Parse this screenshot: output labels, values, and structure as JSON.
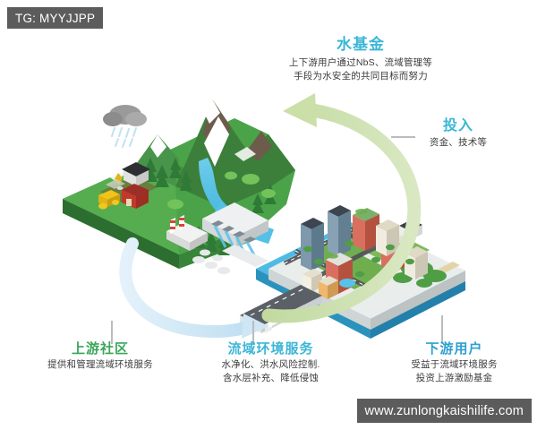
{
  "watermarks": {
    "top_tag": "TG: MYYJJPP",
    "bottom_url": "www.zunlongkaishilife.com"
  },
  "labels": {
    "water_fund": {
      "title": "水基金",
      "line1": "上下游用户通过NbS、流域管理等",
      "line2": "手段为水安全的共同目标而努力",
      "color": "#3bb6d6"
    },
    "investment": {
      "title": "投入",
      "line1": "资金、技术等",
      "color": "#3bb6d6"
    },
    "upstream": {
      "title": "上游社区",
      "line1": "提供和管理流域环境服务",
      "color": "#3aa65a"
    },
    "services": {
      "title": "流域环境服务",
      "line1": "水净化、洪水风险控制.",
      "line2": "含水层补充、降低侵蚀",
      "color": "#3bb6d6"
    },
    "downstream": {
      "title": "下游用户",
      "line1": "受益于流域环境服务",
      "line2": "投资上游激励基金",
      "color": "#2f9fd0"
    }
  },
  "illustration": {
    "type": "isometric-watershed-diagram",
    "arrows": [
      {
        "name": "green-arrow-investment",
        "color": "#cbdfa8",
        "direction": "downstream-to-upstream",
        "position": "top"
      },
      {
        "name": "blue-arrow-services",
        "color": "#d2e8f5",
        "direction": "upstream-to-downstream",
        "position": "bottom-left"
      }
    ],
    "scene_elements": [
      "rain-cloud",
      "farmhouse",
      "red-barn",
      "yellow-tractor",
      "pine-forest",
      "snow-capped-mountain",
      "river",
      "hydro-dam",
      "factory-smokestacks",
      "water-treatment-tanks",
      "city-buildings",
      "bridge",
      "boat",
      "riverside-park"
    ],
    "palette": {
      "land_green": "#3f9a3f",
      "land_green_dark": "#2f7a33",
      "water_blue": "#3fb5e0",
      "water_blue_light": "#7fd3ee",
      "mountain_brown": "#6b5a4a",
      "snow_white": "#ffffff",
      "city_ground": "#e8eceb"
    }
  }
}
